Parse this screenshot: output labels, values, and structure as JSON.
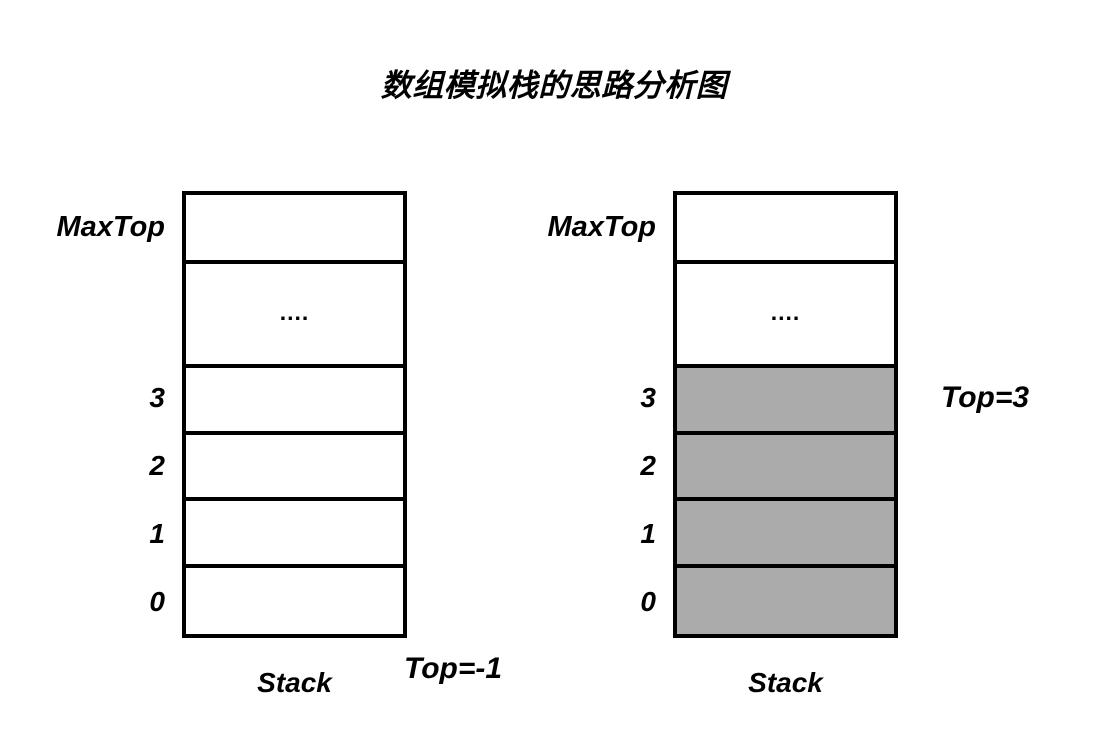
{
  "title": "数组模拟栈的思路分析图",
  "diagrams": [
    {
      "id": "empty-stack",
      "caption": "Stack",
      "top_annotation": "Top=-1",
      "index_labels": {
        "max": "MaxTop",
        "i3": "3",
        "i2": "2",
        "i1": "1",
        "i0": "0"
      },
      "ellipsis": "....",
      "cells": [
        {
          "index": "MaxTop",
          "filled": false
        },
        {
          "index": "....",
          "filled": false
        },
        {
          "index": "3",
          "filled": false
        },
        {
          "index": "2",
          "filled": false
        },
        {
          "index": "1",
          "filled": false
        },
        {
          "index": "0",
          "filled": false
        }
      ]
    },
    {
      "id": "filled-stack",
      "caption": "Stack",
      "top_annotation": "Top=3",
      "index_labels": {
        "max": "MaxTop",
        "i3": "3",
        "i2": "2",
        "i1": "1",
        "i0": "0"
      },
      "ellipsis": "....",
      "cells": [
        {
          "index": "MaxTop",
          "filled": false
        },
        {
          "index": "....",
          "filled": false
        },
        {
          "index": "3",
          "filled": true
        },
        {
          "index": "2",
          "filled": true
        },
        {
          "index": "1",
          "filled": true
        },
        {
          "index": "0",
          "filled": true
        }
      ]
    }
  ],
  "colors": {
    "background": "#ffffff",
    "stroke": "#000000",
    "filled_cell": "#ababab",
    "text": "#000000"
  }
}
